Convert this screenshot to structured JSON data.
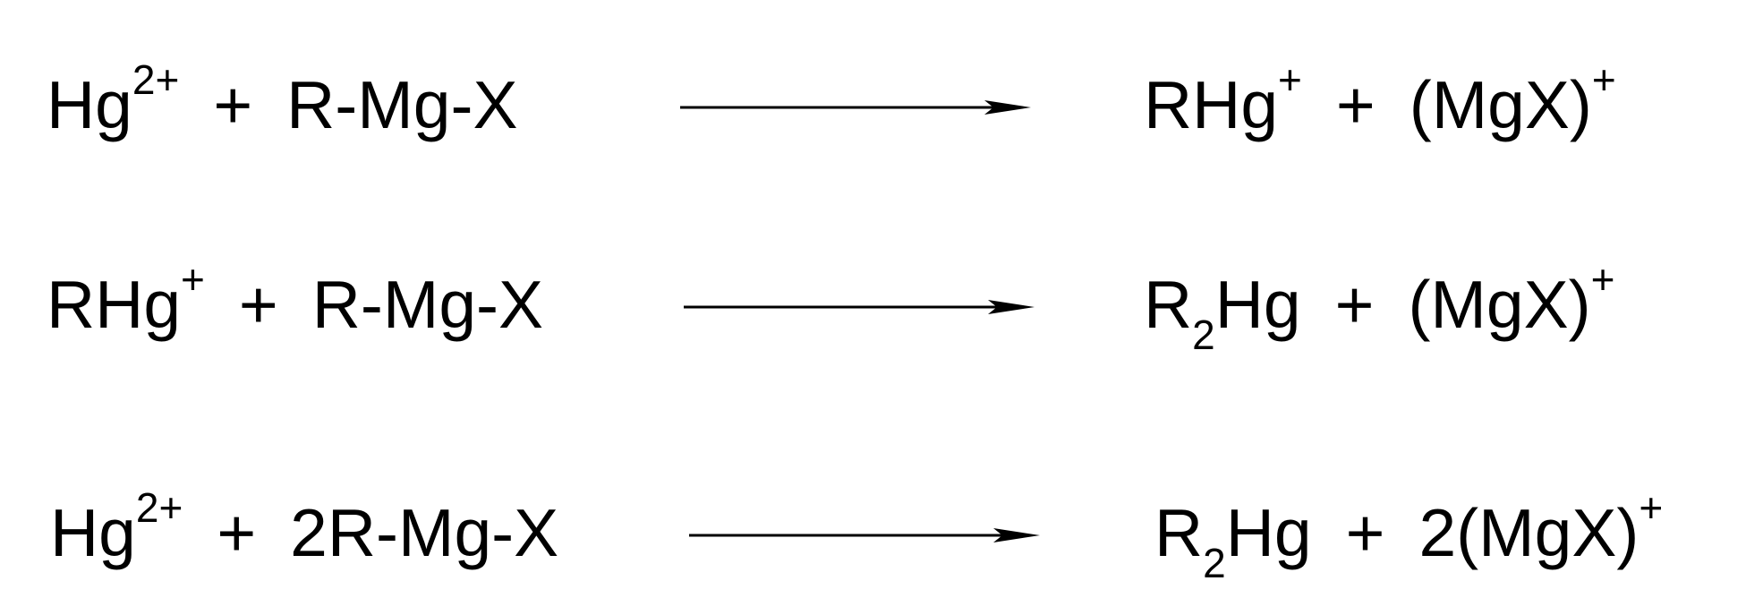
{
  "equations": [
    {
      "lhs": [
        {
          "base": "Hg",
          "sup": "2+"
        },
        {
          "base": "R-Mg-X"
        }
      ],
      "rhs": [
        {
          "base": "RHg",
          "sup": "+"
        },
        {
          "base": "(MgX)",
          "sup": "+"
        }
      ]
    },
    {
      "lhs": [
        {
          "base": "RHg",
          "sup": "+"
        },
        {
          "base": "R-Mg-X"
        }
      ],
      "rhs": [
        {
          "base": "R",
          "sub": "2",
          "tail": "Hg"
        },
        {
          "base": "(MgX)",
          "sup": "+"
        }
      ]
    },
    {
      "lhs": [
        {
          "base": "Hg",
          "sup": "2+"
        },
        {
          "base": "2R-Mg-X"
        }
      ],
      "rhs": [
        {
          "base": "R",
          "sub": "2",
          "tail": "Hg"
        },
        {
          "base": "2(MgX)",
          "sup": "+"
        }
      ]
    }
  ],
  "plus_sign": "+"
}
